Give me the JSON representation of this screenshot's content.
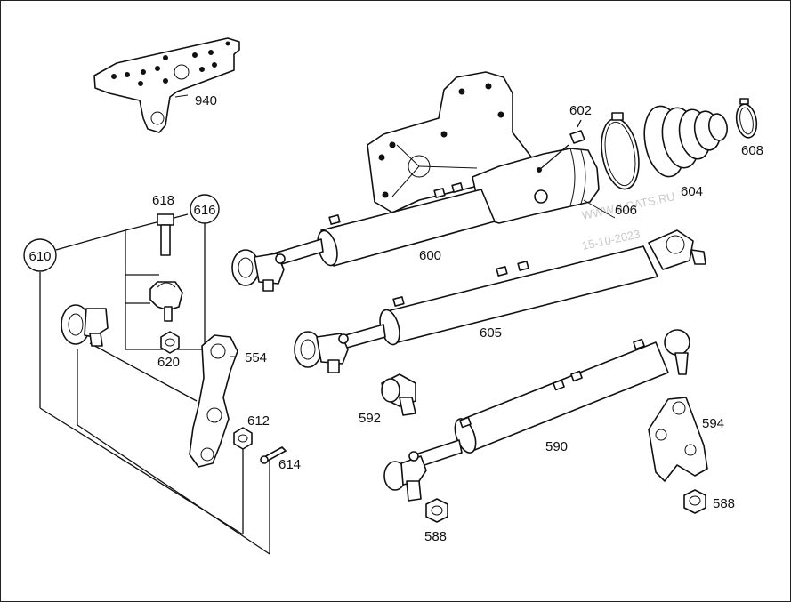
{
  "watermark": {
    "line1": "WWW.ILCATS.RU",
    "line2": "15-10-2023"
  },
  "labels": {
    "p940": "940",
    "p618": "618",
    "p616": "616",
    "p610": "610",
    "p620": "620",
    "p554": "554",
    "p612": "612",
    "p614": "614",
    "p602": "602",
    "p606": "606",
    "p604": "604",
    "p608": "608",
    "p600": "600",
    "p605": "605",
    "p592": "592",
    "p590": "590",
    "p594": "594",
    "p588a": "588",
    "p588b": "588"
  }
}
